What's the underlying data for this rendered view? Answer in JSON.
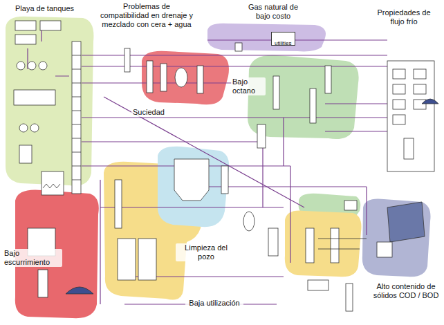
{
  "diagram": {
    "nodes": [
      {
        "text": [
          "utilities"
        ]
      }
    ],
    "labels": [
      "Playa de tanques",
      "Problemas de compatibilidad en drenaje y mezclado con cera + agua",
      "Gas natural de bajo costo",
      "Propiedades de flujo frío",
      "Bajo octano",
      "Suciedad",
      "Bajo escurrimiento",
      "Limpieza del pozo",
      "Baja utilización",
      "Alto contenido de sólidos COD / BOD"
    ]
  }
}
